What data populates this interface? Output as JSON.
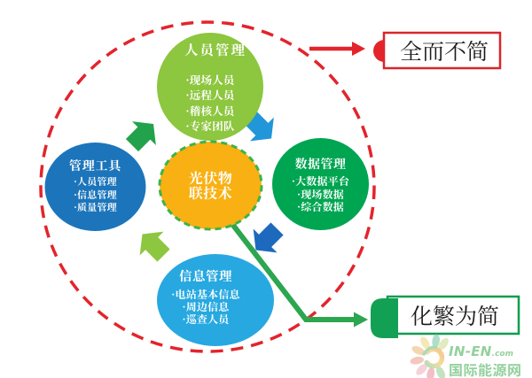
{
  "center": {
    "label": "光伏物联技术"
  },
  "bullet": "·",
  "nodes": {
    "top": {
      "title": "人员管理",
      "items": [
        "现场人员",
        "远程人员",
        "稽核人员",
        "专家团队"
      ]
    },
    "left": {
      "title": "管理工具",
      "items": [
        "人员管理",
        "信息管理",
        "质量管理"
      ]
    },
    "right": {
      "title": "数据管理",
      "items": [
        "大数据平台",
        "现场数据",
        "综合数据"
      ]
    },
    "bottom": {
      "title": "信息管理",
      "items": [
        "电站基本信息",
        "周边信息",
        "巡查人员"
      ]
    }
  },
  "callouts": {
    "top": {
      "label": "全而不简"
    },
    "bottom": {
      "label": "化繁为简"
    }
  },
  "watermark": {
    "brand": "IN-EN",
    "domain": ".com",
    "name": "国际能源网"
  },
  "colors": {
    "node_top": "#8dc63f",
    "node_left": "#1c75bb",
    "node_right": "#00a551",
    "node_bottom": "#27a8e0",
    "center_fill": "#f9b012",
    "center_border": "#3bb44a",
    "ring_red": "#e3242b",
    "arrow_ne": "#23a24c",
    "arrow_se": "#2196d8",
    "arrow_sw": "#1d69be",
    "arrow_nw": "#8dc63f",
    "connector_green": "#2ca64f",
    "callout_top_border": "#d9252b",
    "callout_top_cap": "#e3242b",
    "callout_bottom_border": "#0f9d4f",
    "callout_bottom_cap": "#12a054"
  }
}
